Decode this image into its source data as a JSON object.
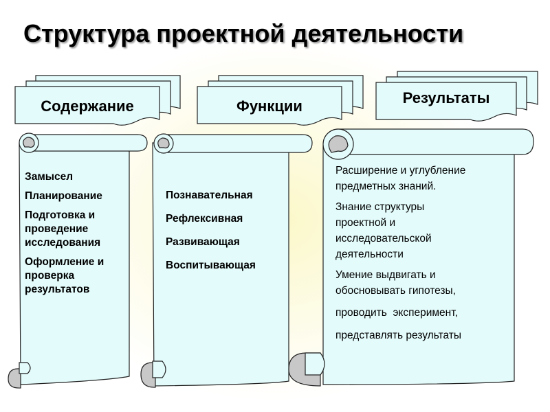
{
  "title": "Структура проектной деятельности",
  "columns": [
    {
      "header": "Содержание",
      "items": [
        "Замысел",
        "Планирование",
        "Подготовка и проведение исследования",
        "Оформление и проверка результатов"
      ]
    },
    {
      "header": "Функции",
      "items": [
        "Познавательная",
        "Рефлексивная",
        "Развивающая",
        "Воспитывающая"
      ]
    },
    {
      "header": "Результаты",
      "items": [
        "Расширение и углубление предметных знаний.",
        "Знание структуры проектной и исследовательской деятельности",
        "Умение выдвигать и обосновывать гипотезы,",
        "проводить  эксперимент,",
        "представлять результаты"
      ]
    }
  ],
  "colors": {
    "fill": "#e4fbfb",
    "stroke": "#222222",
    "curl": "#c8c8c8"
  }
}
